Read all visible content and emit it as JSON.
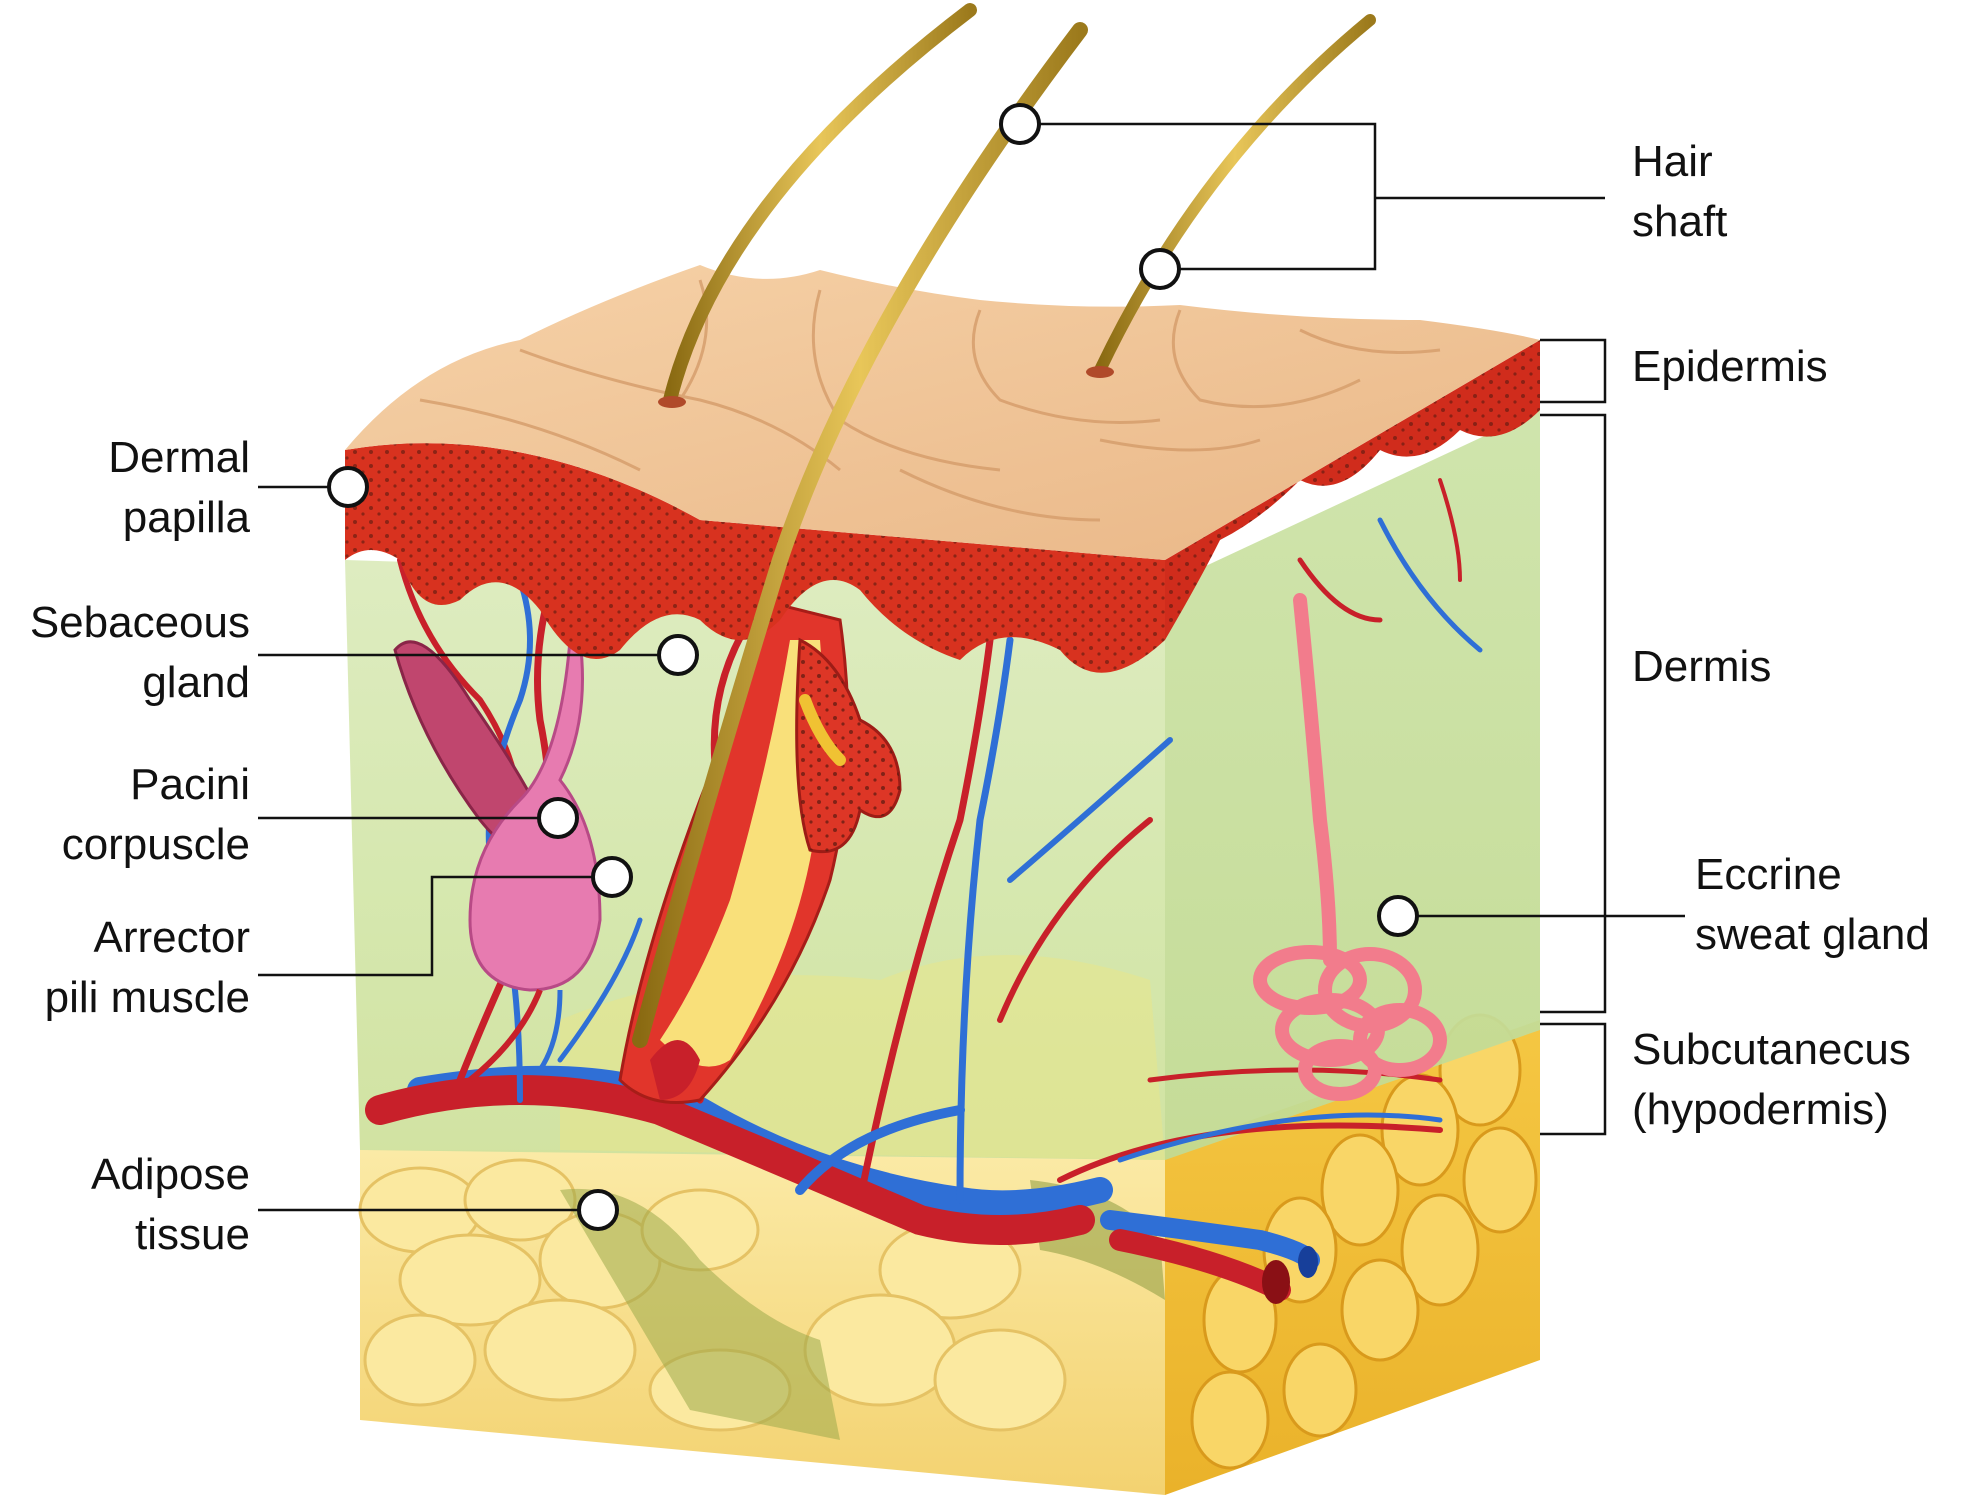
{
  "labels": {
    "hair_shaft": [
      "Hair",
      "shaft"
    ],
    "epidermis": [
      "Epidermis"
    ],
    "dermis": [
      "Dermis"
    ],
    "eccrine": [
      "Eccrine",
      "sweat gland"
    ],
    "subcutaneous": [
      "Subcutanecus",
      "(hypodermis)"
    ],
    "dermal_papilla": [
      "Dermal",
      "papilla"
    ],
    "sebaceous": [
      "Sebaceous",
      "gland"
    ],
    "pacini": [
      "Pacini",
      "corpuscle"
    ],
    "arrector": [
      "Arrector",
      "pili muscle"
    ],
    "adipose": [
      "Adipose",
      "tissue"
    ]
  },
  "colors": {
    "skin_surface": "#f2c79a",
    "epidermis_red": "#d8321f",
    "dermis_green": "#d6e8b0",
    "fat_yellow": "#f7e08a",
    "artery": "#c8202a",
    "vein": "#2f6fd6",
    "hair": "#c9a12c",
    "pacini_pink": "#e77bb0",
    "sweat_pink": "#f27c8c"
  }
}
